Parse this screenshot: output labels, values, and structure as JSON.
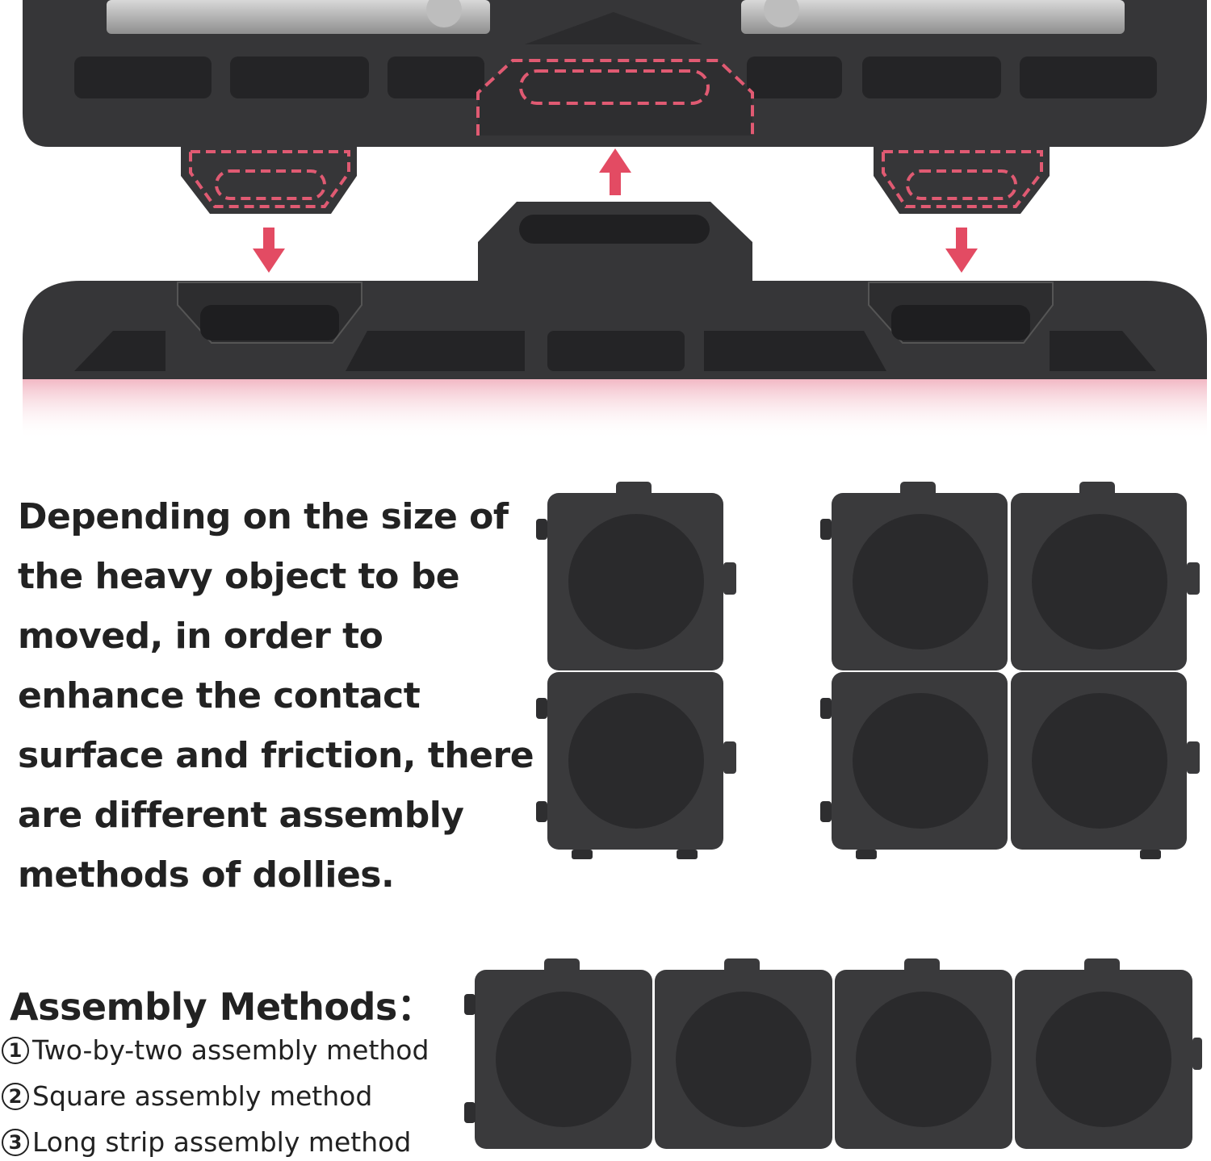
{
  "description": "Depending on the size of the heavy object to be moved, in order to enhance the contact surface and friction, there are different assembly methods of dollies.",
  "assembly": {
    "title": "Assembly Methods：",
    "items": [
      {
        "num": "1",
        "label": "Two-by-two assembly method"
      },
      {
        "num": "2",
        "label": "Square assembly method"
      },
      {
        "num": "3",
        "label": "Long strip assembly method"
      }
    ]
  },
  "colors": {
    "dolly_body": "#3a3a3c",
    "dolly_dark": "#2a2a2c",
    "accent_dashed": "#e05a72",
    "arrow": "#e34b63",
    "pink_glow": "#f2b8c4"
  },
  "icons": [
    "arrow-down-icon",
    "arrow-up-icon",
    "arrow-down-icon"
  ]
}
